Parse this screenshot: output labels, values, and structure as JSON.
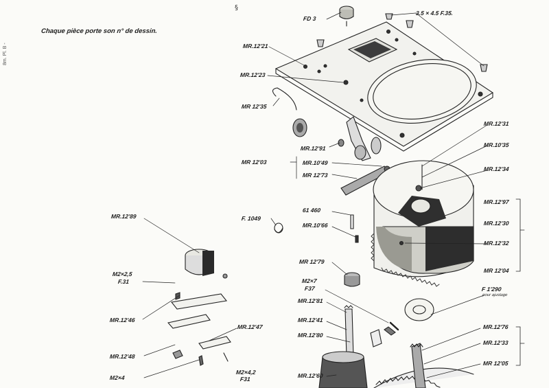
{
  "note": "Chaque pièce porte son n° de dessin.",
  "margin_text": "8m. Pl. B -",
  "labels": {
    "fd3": "FD 3",
    "screws_top": "3.5 × 4.5 F.35.",
    "mr1221": "MR.12'21",
    "mr1223": "MR.12'23",
    "mr1235": "MR 12'35",
    "mr1291": "MR.12'91",
    "mr1203": "MR 12'03",
    "mr1049": "MR.10'49",
    "mr1273": "MR 12'73",
    "mr1231": "MR.12'31",
    "mr1035": "MR.10'35",
    "mr1234": "MR.12'34",
    "mr1297": "MR.12'97",
    "mr1230": "MR.12'30",
    "mr1232": "MR.12'32",
    "mr1204": "MR 12'04",
    "mr1289": "MR.12'89",
    "f1049": "F. 1049",
    "n61460": "61 460",
    "mr1066": "MR.10'66",
    "mr1279": "MR 12'79",
    "m2x7": "M2×7",
    "f37": "F37",
    "f1290": "F 1'290",
    "pour_ajustage": "pour ajustage",
    "mr1281": "MR.12'81",
    "mr1241": "MR.12'41",
    "mr1280": "MR.12'80",
    "m2x25": "M2×2,5",
    "f31": "F.31",
    "mr1246": "MR.12'46",
    "mr1247": "MR.12'47",
    "mr1248": "MR.12'48",
    "m2x4": "M2×4",
    "m2x42": "M2×4,2",
    "f31b": "F31",
    "mr1260": "MR.12'60",
    "mr1276": "MR.12'76",
    "mr1233": "MR.12'33",
    "mr1205": "MR 12'05"
  }
}
